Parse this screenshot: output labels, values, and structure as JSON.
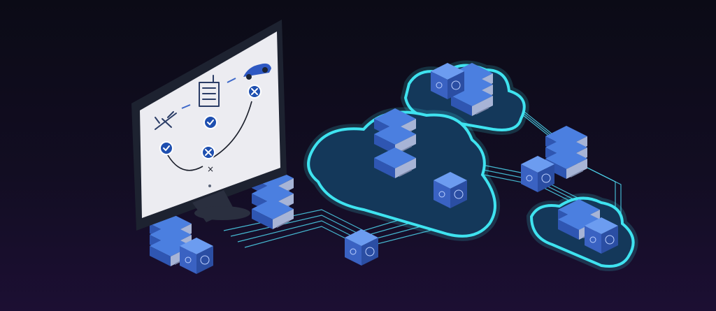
{
  "scene": {
    "description_free": true,
    "colors": {
      "background_top": "#0b0b16",
      "background_bottom": "#1c0f33",
      "cloud_glow": "#3fe3f0",
      "cloud_fill": "#14385a",
      "server_blue": "#4b7fe0",
      "screen": "#ececf1"
    },
    "monitor": {
      "steps": [
        {
          "icon": "airplane-icon",
          "status": "check"
        },
        {
          "icon": "hotel-building-icon",
          "status": "check"
        },
        {
          "icon": "car-icon",
          "status": "cross"
        }
      ],
      "failed_step_marker": "×"
    }
  }
}
